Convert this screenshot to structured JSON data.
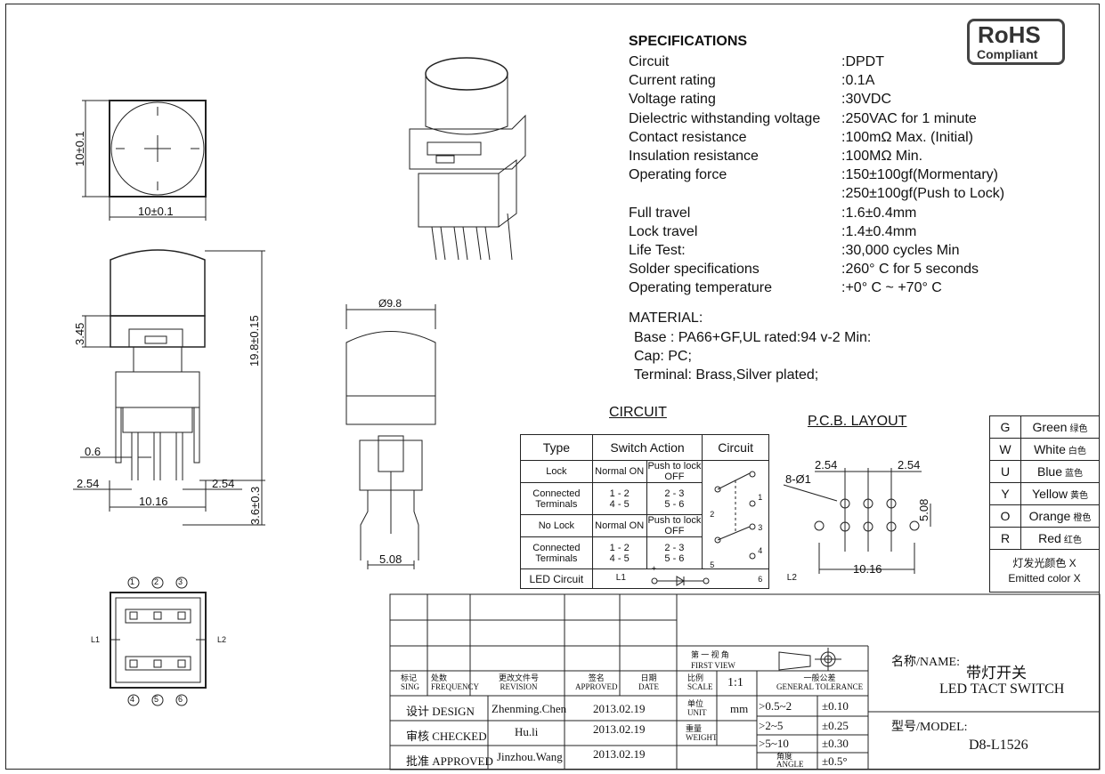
{
  "rohs": {
    "line1": "RoHS",
    "line2": "Compliant"
  },
  "specifications": {
    "title": "SPECIFICATIONS",
    "rows": [
      {
        "label": "Circuit",
        "value": ":DPDT"
      },
      {
        "label": "Current rating",
        "value": ":0.1A"
      },
      {
        "label": "Voltage rating",
        "value": ":30VDC"
      },
      {
        "label": "Dielectric withstanding voltage",
        "value": ":250VAC for 1 minute"
      },
      {
        "label": "Contact resistance",
        "value": ":100mΩ  Max. (Initial)"
      },
      {
        "label": "Insulation resistance",
        "value": ":100MΩ  Min."
      },
      {
        "label": "Operating force",
        "value": ":150±100gf(Mormentary)"
      },
      {
        "label": "",
        "value": ":250±100gf(Push to Lock)"
      },
      {
        "label": "Full travel",
        "value": ":1.6±0.4mm"
      },
      {
        "label": "Lock travel",
        "value": ":1.4±0.4mm"
      },
      {
        "label": "Life Test:",
        "value": ":30,000 cycles Min"
      },
      {
        "label": "Solder specifications",
        "value": ":260° C for 5 seconds"
      },
      {
        "label": "Operating temperature",
        "value": ":+0° C ~ +70° C"
      }
    ]
  },
  "material": {
    "title": "MATERIAL:",
    "lines": [
      "Base : PA66+GF,UL rated:94 v-2 Min:",
      "Cap: PC;",
      "Terminal: Brass,Silver plated;"
    ]
  },
  "circuit": {
    "title": "CIRCUIT",
    "headers": [
      "Type",
      "Switch Action",
      "Circuit"
    ],
    "lock": "Lock",
    "normal_on": "Normal ON",
    "push_to_lock_off": "Push to lock OFF",
    "connected_terminals": "Connected Terminals",
    "no_lock": "No Lock",
    "normal_on2": "Normal ON",
    "push_to_lock_off2": "Push to lock OFF",
    "a12": "1 - 2",
    "a45": "4 - 5",
    "a23": "2 - 3",
    "a56": "5 - 6",
    "b12": "1 - 2",
    "b45": "4 - 5",
    "b23": "2 - 3",
    "b56": "5 - 6",
    "led_circuit": "LED Circuit",
    "l1": "L1",
    "l2": "L2",
    "led_plus": "+",
    "led_minus": "-",
    "pins": [
      "1",
      "2",
      "3",
      "4",
      "5",
      "6"
    ]
  },
  "pcb": {
    "title": "P.C.B. LAYOUT",
    "d1": "2.54",
    "d2": "2.54",
    "holes": "8-Ø1",
    "h": "5.08",
    "w": "10.16"
  },
  "colors": {
    "rows": [
      {
        "code": "G",
        "name": "Green",
        "cn": "绿色"
      },
      {
        "code": "W",
        "name": "White",
        "cn": "白色"
      },
      {
        "code": "U",
        "name": "Blue",
        "cn": "蓝色"
      },
      {
        "code": "Y",
        "name": "Yellow",
        "cn": "黄色"
      },
      {
        "code": "O",
        "name": "Orange",
        "cn": "橙色"
      },
      {
        "code": "R",
        "name": "Red",
        "cn": "红色"
      }
    ],
    "note_cn": "灯发光颜色 X",
    "note_en": "Emitted color X"
  },
  "dims": {
    "top_h": "10±0.1",
    "top_w": "10±0.1",
    "h345": "3.45",
    "h198": "19.8±0.15",
    "d06": "0.6",
    "d254a": "2.54",
    "d254b": "2.54",
    "d1016": "10.16",
    "h36": "3.6±0.3",
    "dia98": "Ø9.8",
    "d508": "5.08",
    "bottom_pins_top": [
      "1",
      "2",
      "3"
    ],
    "bottom_pins_bot": [
      "4",
      "5",
      "6"
    ],
    "bl1": "L1",
    "bl2": "L2"
  },
  "title_block": {
    "marks": "标记",
    "sing": "SING",
    "count": "处数",
    "frequency": "FREQUENCY",
    "rev_cn": "更改文件号",
    "revision": "REVISION",
    "sign_cn": "签名",
    "approved_small": "APPROVED",
    "date_cn": "日期",
    "date": "DATE",
    "view_cn": "第 一 视 角",
    "view": "FIRST VIEW",
    "scale_cn": "比例",
    "scale": "SCALE",
    "scale_val": "1:1",
    "tol_cn": "一般公差",
    "tol": "GENERAL TOLERANCE",
    "unit_cn": "单位",
    "unit": "UNIT",
    "unit_val": "mm",
    "weight_cn": "重量",
    "weight": "WEIGHT",
    "angle_cn": "角度",
    "angle": "ANGLE",
    "tol_rows": [
      [
        ">0.5~2",
        "±0.10"
      ],
      [
        ">2~5",
        "±0.25"
      ],
      [
        ">5~10",
        "±0.30"
      ]
    ],
    "angle_val": "±0.5°",
    "design": "设计 DESIGN",
    "designer": "Zhenming.Chen",
    "design_date": "2013.02.19",
    "checked": "审核 CHECKED",
    "checker": "Hu.li",
    "checked_date": "2013.02.19",
    "approved": "批准 APPROVED",
    "approver": "Jinzhou.Wang",
    "approved_date": "2013.02.19",
    "name_label": "名称/NAME:",
    "name_cn": "带灯开关",
    "name_en": "LED TACT SWITCH",
    "model_label": "型号/MODEL:",
    "model": "D8-L1526"
  }
}
